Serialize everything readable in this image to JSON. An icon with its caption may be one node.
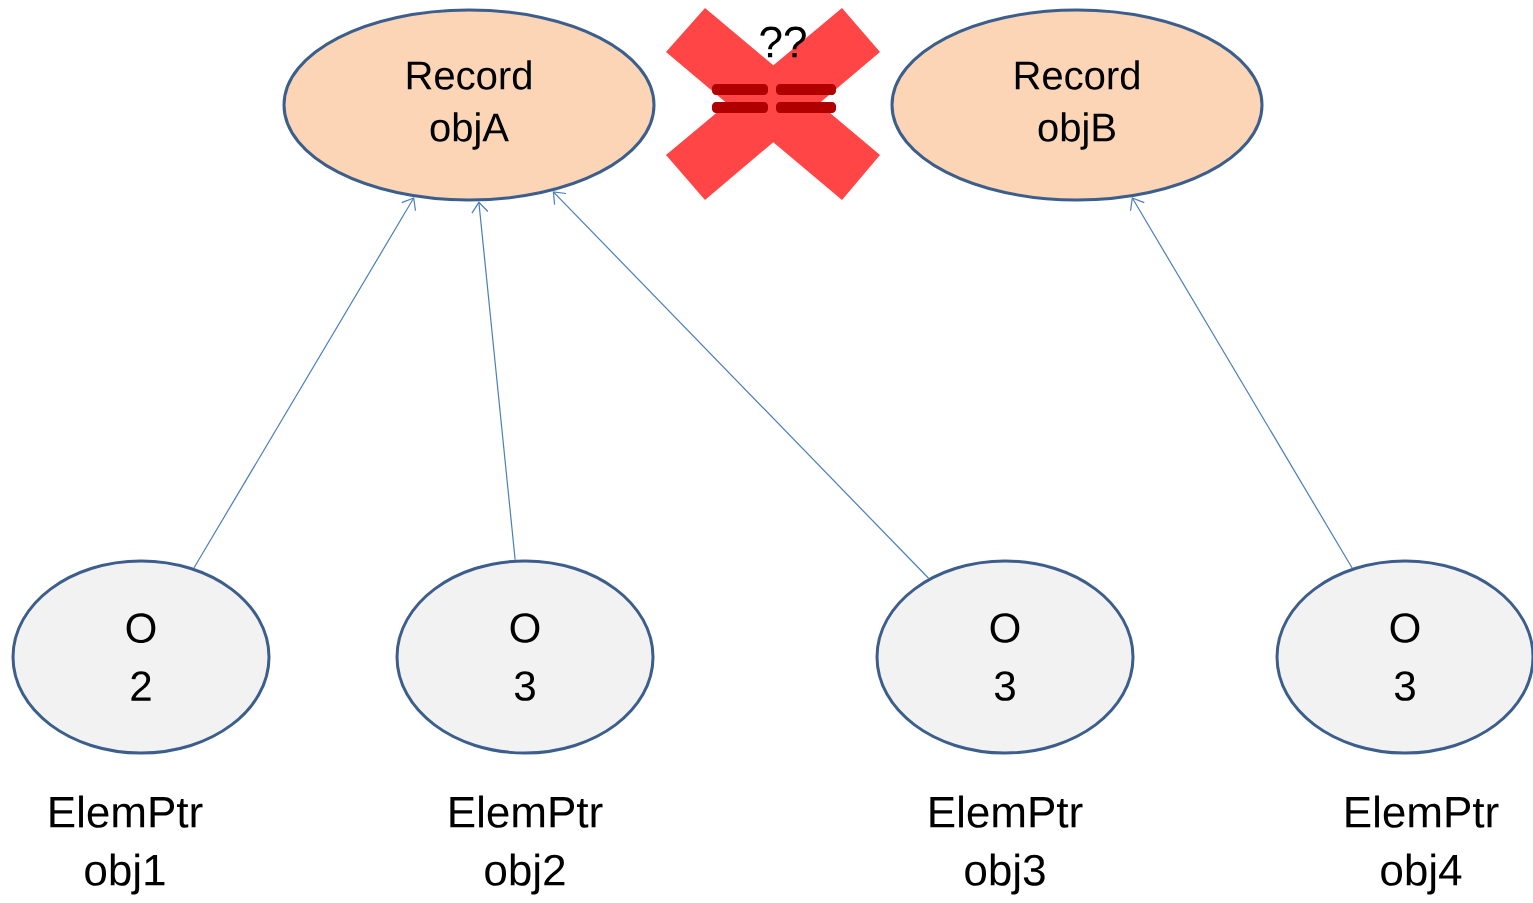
{
  "diagram": {
    "nodes": [
      {
        "text": [
          "Record objA"
        ]
      },
      {
        "text": [
          "Record objB"
        ]
      },
      {
        "text": [
          "O 2"
        ],
        "beside": [
          "ElemPtr obj1"
        ]
      },
      {
        "text": [
          "O 3"
        ],
        "beside": [
          "ElemPtr obj2"
        ]
      },
      {
        "text": [
          "O 3"
        ],
        "beside": [
          "ElemPtr obj3"
        ]
      },
      {
        "text": [
          "O 3"
        ],
        "beside": [
          "ElemPtr obj4"
        ]
      }
    ],
    "edges": [
      {
        "from": 2,
        "to": 0,
        "arrow": "to"
      },
      {
        "from": 3,
        "to": 0,
        "arrow": "to"
      },
      {
        "from": 4,
        "to": 0,
        "arrow": "to"
      },
      {
        "from": 5,
        "to": 1,
        "arrow": "to"
      }
    ],
    "labels": [
      "??"
    ]
  }
}
